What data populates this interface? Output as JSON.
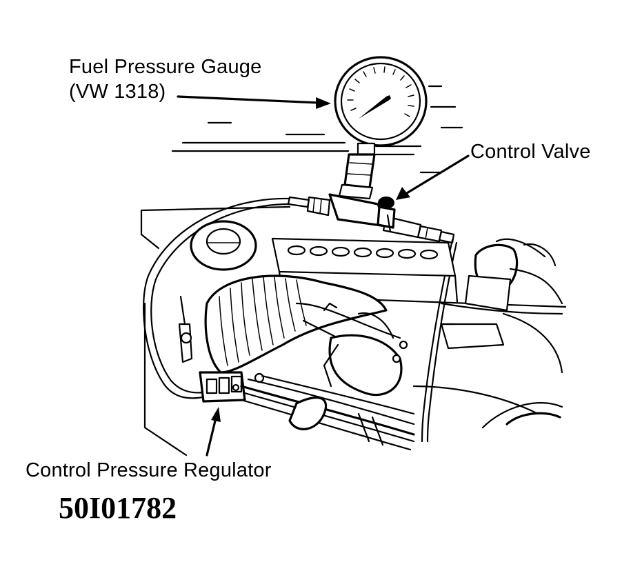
{
  "diagram": {
    "labels": {
      "gauge_line1": "Fuel Pressure Gauge",
      "gauge_line2": "(VW 1318)",
      "control_valve": "Control Valve",
      "control_pressure_regulator": "Control Pressure Regulator"
    },
    "figure_id": "50I01782"
  }
}
